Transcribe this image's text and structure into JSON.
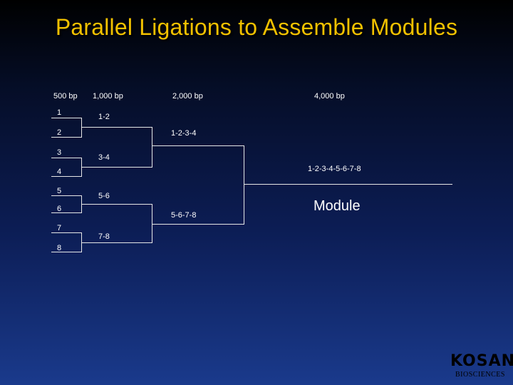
{
  "title": "Parallel Ligations to Assemble Modules",
  "headers": [
    "500 bp",
    "1,000 bp",
    "2,000 bp",
    "4,000 bp"
  ],
  "fragments": [
    "1",
    "2",
    "3",
    "4",
    "5",
    "6",
    "7",
    "8"
  ],
  "pairs": [
    "1-2",
    "3-4",
    "5-6",
    "7-8"
  ],
  "quads": [
    "1-2-3-4",
    "5-6-7-8"
  ],
  "octet": "1-2-3-4-5-6-7-8",
  "result": "Module",
  "logo": {
    "name": "KOSAN",
    "sub": "BIOSCIENCES"
  },
  "colors": {
    "title": "#f2c100",
    "lines": "#e6e6e6",
    "text": "#ffffff"
  }
}
